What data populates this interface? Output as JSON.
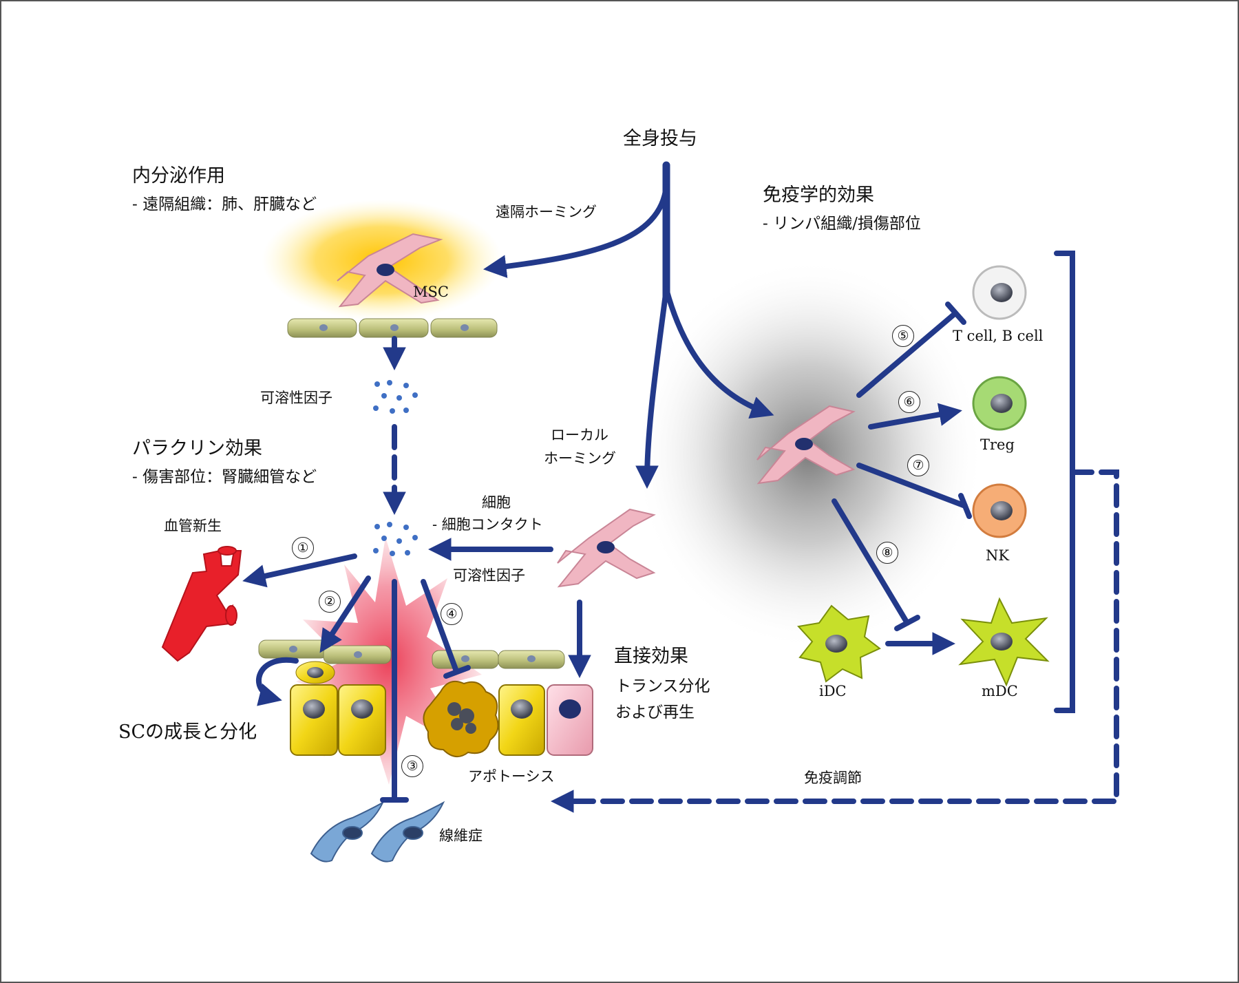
{
  "colors": {
    "arrow": "#22398a",
    "msc_cell": "#f0b6c2",
    "tubule": "#cfd38c",
    "sc_cell": "#f2dc1c",
    "vessel": "#e8202a",
    "fibroblast": "#7aa7d6",
    "treg": "#9bd46a",
    "nk": "#f5a66e",
    "dc": "#c8e02a",
    "glow_yellow": "#ffd21a",
    "burst_red": "#e6304a"
  },
  "labels": {
    "systemic": "全身投与",
    "remote_homing": "遠隔ホーミング",
    "endocrine_title": "内分泌作用",
    "endocrine_sub": "- 遠隔組織：肺、肝臓など",
    "msc": "MSC",
    "soluble1": "可溶性因子",
    "paracrine_title": "パラクリン効果",
    "paracrine_sub": "- 傷害部位：腎臓細管など",
    "local_homing_1": "ローカル",
    "local_homing_2": "ホーミング",
    "cell_1": "細胞",
    "cell_2": "- 細胞コンタクト",
    "soluble2": "可溶性因子",
    "angiogenesis": "血管新生",
    "sc_growth": "SCの成長と分化",
    "apoptosis": "アポトーシス",
    "fibrosis": "線維症",
    "direct_title": "直接効果",
    "direct_sub1": "トランス分化",
    "direct_sub2": "および再生",
    "immune_title": "免疫学的効果",
    "immune_sub": "- リンパ組織/損傷部位",
    "tcell": "T cell, B cell",
    "treg": "Treg",
    "nk": "NK",
    "idc": "iDC",
    "mdc": "mDC",
    "immune_reg": "免疫調節"
  },
  "numbers": [
    "①",
    "②",
    "③",
    "④",
    "⑤",
    "⑥",
    "⑦",
    "⑧"
  ]
}
